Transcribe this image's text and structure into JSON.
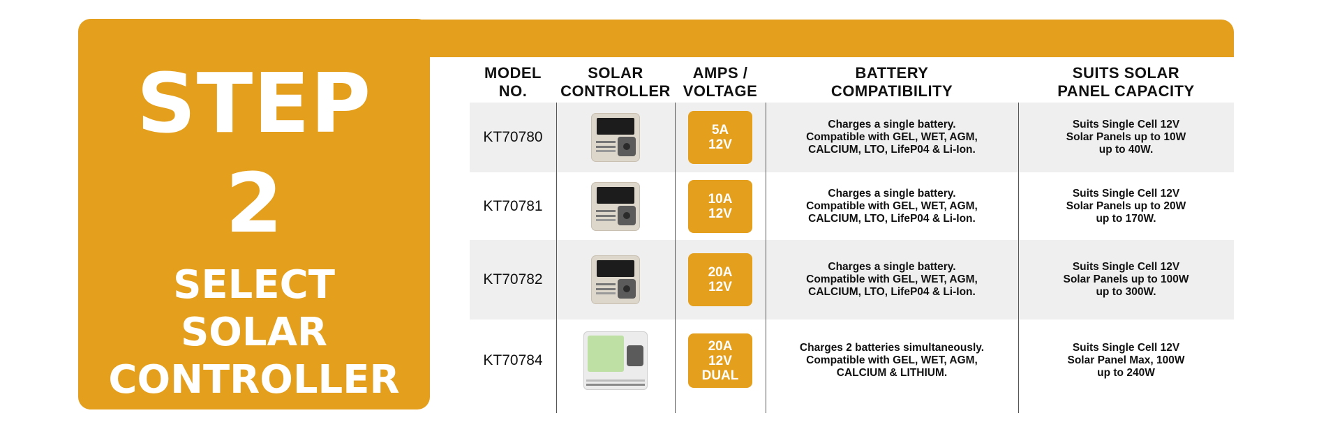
{
  "colors": {
    "accent": "#E49F1C",
    "row_shade": "#efefef",
    "text": "#111111"
  },
  "step": {
    "word": "STEP",
    "number": "2",
    "title_lines": [
      "SELECT",
      "SOLAR",
      "CONTROLLER"
    ]
  },
  "table": {
    "headers": {
      "model": [
        "MODEL",
        "NO."
      ],
      "controller": [
        "SOLAR",
        "CONTROLLER"
      ],
      "amps": [
        "AMPS /",
        "VOLTAGE"
      ],
      "battery": [
        "BATTERY",
        "COMPATIBILITY"
      ],
      "panel": [
        "SUITS SOLAR",
        "PANEL CAPACITY"
      ]
    },
    "rows": [
      {
        "model": "KT70780",
        "controller_icon": "solar-charge-controller-icon",
        "badge": [
          "5A",
          "12V"
        ],
        "battery": [
          "Charges a single battery.",
          "Compatible with GEL, WET, AGM,",
          "CALCIUM, LTO, LifeP04 & Li-Ion."
        ],
        "panel": [
          "Suits Single Cell 12V",
          "Solar Panels up to 10W",
          "up to 40W."
        ]
      },
      {
        "model": "KT70781",
        "controller_icon": "solar-charge-controller-icon",
        "badge": [
          "10A",
          "12V"
        ],
        "battery": [
          "Charges a single battery.",
          "Compatible with GEL, WET, AGM,",
          "CALCIUM, LTO, LifeP04 & Li-Ion."
        ],
        "panel": [
          "Suits Single Cell 12V",
          "Solar Panels up to 20W",
          "up to 170W."
        ]
      },
      {
        "model": "KT70782",
        "controller_icon": "solar-charge-controller-icon",
        "badge": [
          "20A",
          "12V"
        ],
        "battery": [
          "Charges a single battery.",
          "Compatible with GEL, WET, AGM,",
          "CALCIUM, LTO, LifeP04 & Li-Ion."
        ],
        "panel": [
          "Suits Single Cell 12V",
          "Solar Panels up to 100W",
          "up to 300W."
        ]
      },
      {
        "model": "KT70784",
        "controller_icon": "dual-battery-solar-charge-controller-icon",
        "badge": [
          "20A",
          "12V",
          "DUAL"
        ],
        "battery": [
          "Charges 2 batteries simultaneously.",
          "Compatible with GEL, WET, AGM,",
          "CALCIUM & LITHIUM."
        ],
        "panel": [
          "Suits Single Cell 12V",
          "Solar Panel Max, 100W",
          "up to 240W"
        ]
      }
    ]
  }
}
